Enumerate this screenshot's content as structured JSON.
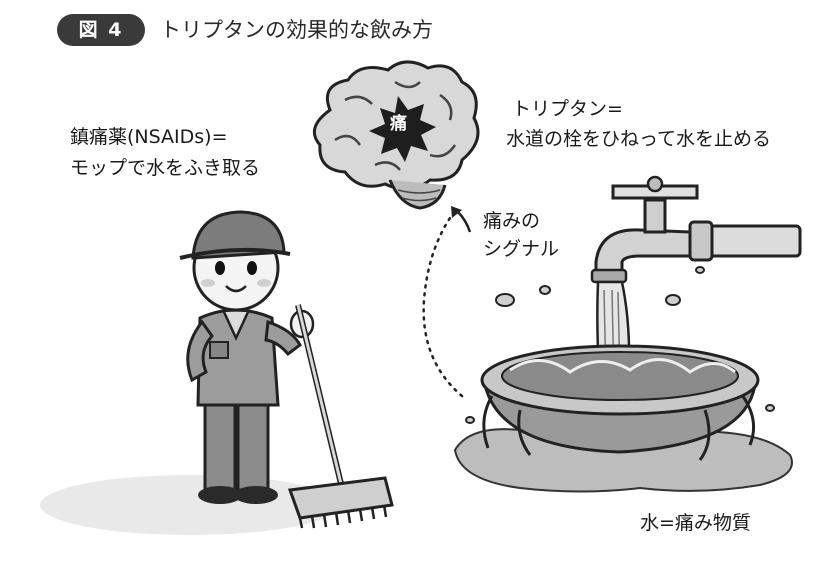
{
  "header": {
    "badge": "図 4",
    "title": "トリプタンの効果的な飲み方"
  },
  "labels": {
    "nsaids_line1": "鎮痛薬(NSAIDs)=",
    "nsaids_line2": "モップで水をふき取る",
    "triptan_line1": "トリプタン=",
    "triptan_line2": "水道の栓をひねって水を止める",
    "signal_line1": "痛みの",
    "signal_line2": "シグナル",
    "pain_char": "痛",
    "water_caption": "水=痛み物質"
  }
}
